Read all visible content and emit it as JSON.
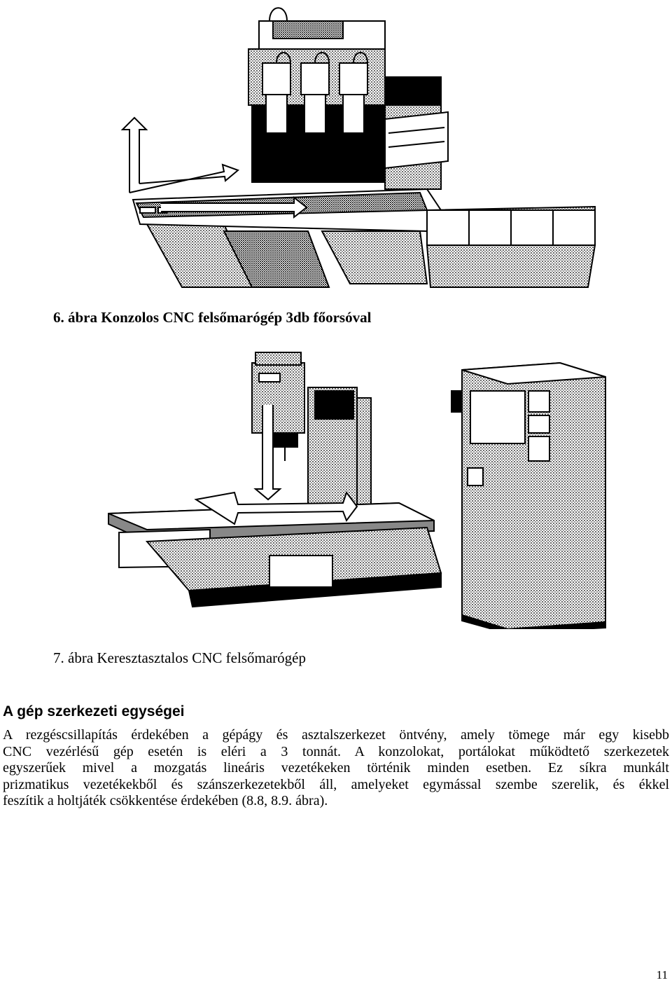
{
  "figures": [
    {
      "caption": "6. ábra Konzolos CNC felsőmarógép 3db főorsóval"
    },
    {
      "caption": "7. ábra Keresztasztalos CNC felsőmarógép"
    }
  ],
  "section": {
    "heading": "A gép szerkezeti egységei",
    "lines": [
      "A rezgéscsillapítás érdekében a gépágy és asztalszerkezet öntvény, amely tömege már egy kisebb",
      "CNC vezérlésű gép esetén is eléri a 3 tonnát. A konzolokat, portálokat működtető szerkezetek",
      "egyszerűek mivel a mozgatás lineáris vezetékeken történik minden esetben. Ez síkra munkált",
      "prizmatikus vezetékekből és szánszerkezetekből áll, amelyeket egymással szembe szerelik, és ékkel",
      "feszítik a holtjáték csökkentése érdekében (8.8, 8.9. ábra)."
    ]
  },
  "page_number": "11"
}
